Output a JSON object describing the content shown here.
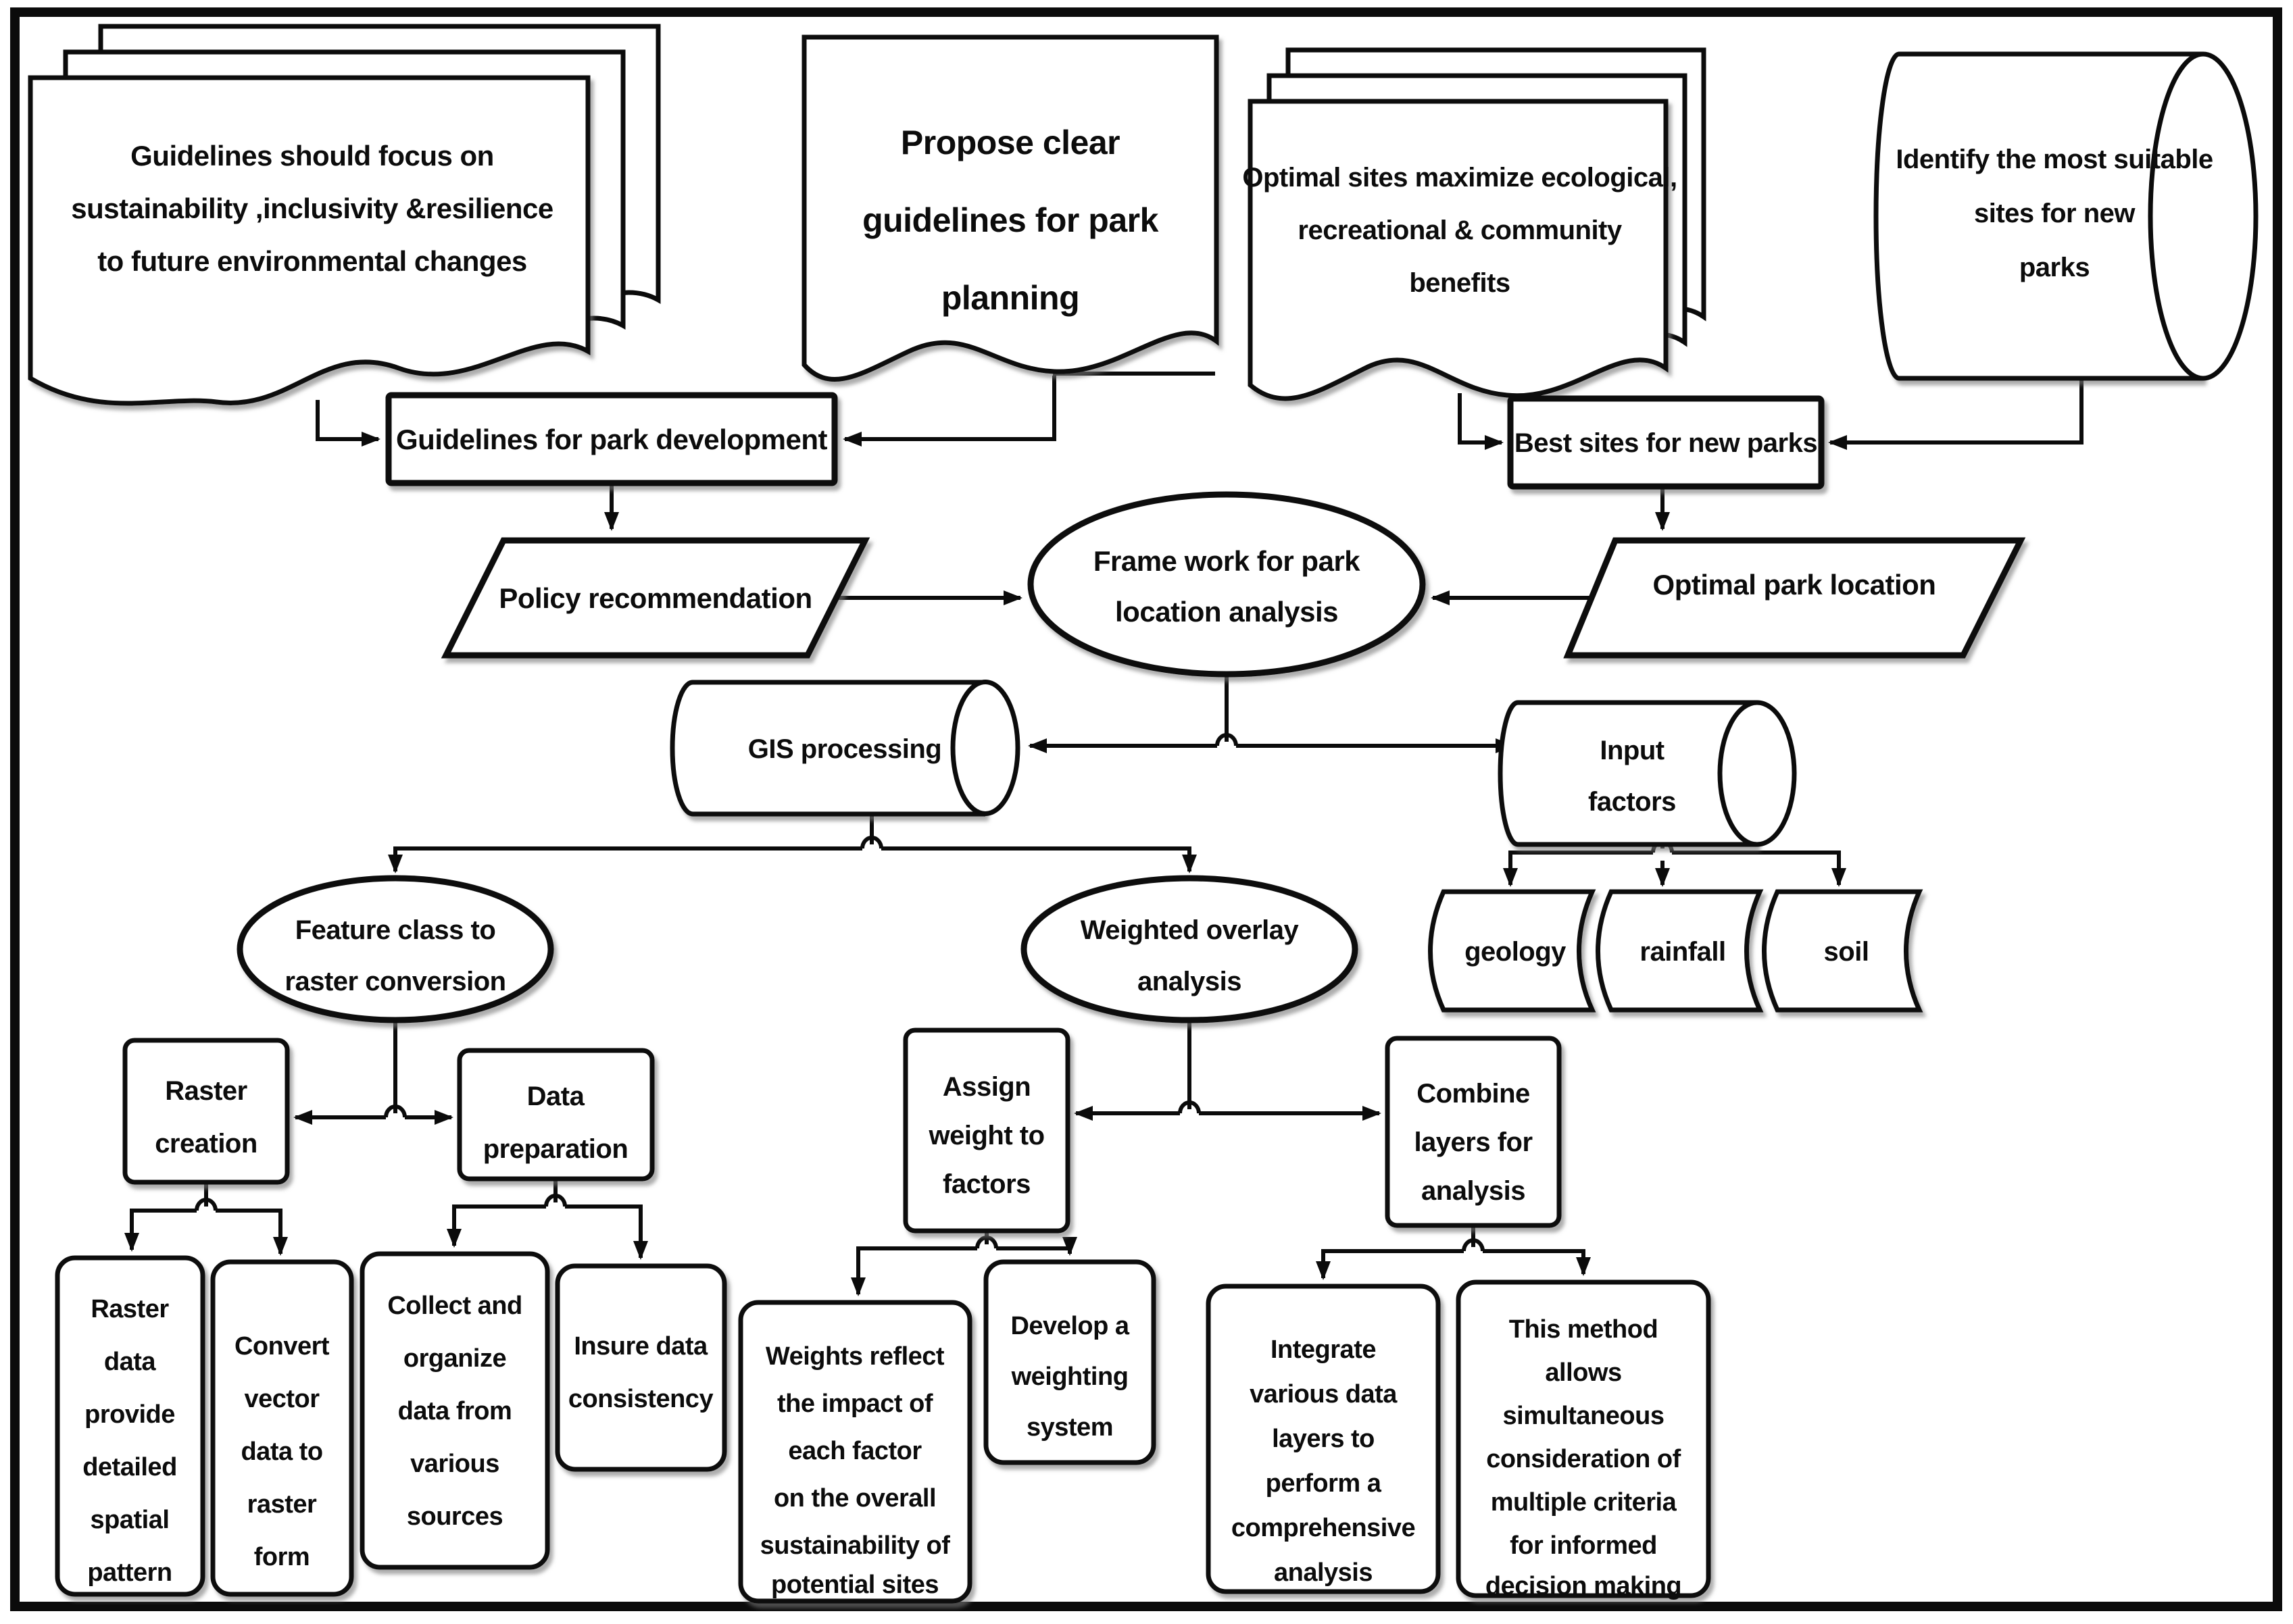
{
  "colors": {
    "line": "#0b0b0b",
    "fill": "#ffffff",
    "background": "#ffffff"
  },
  "nodes": {
    "guidelines_focus": {
      "shape": "multi-document",
      "lines": [
        "Guidelines should focus on",
        "sustainability ,inclusivity &resilience",
        "to future environmental changes"
      ]
    },
    "propose_clear": {
      "shape": "document",
      "lines": [
        "Propose clear",
        "guidelines for park",
        "planning"
      ]
    },
    "optimal_sites": {
      "shape": "multi-document",
      "lines": [
        "Optimal sites maximize ecological,",
        "recreational & community",
        "benefits"
      ]
    },
    "identify_sites": {
      "shape": "cylinder",
      "lines": [
        "Identify the most suitable",
        "sites for new",
        "parks"
      ]
    },
    "guidelines_dev": {
      "shape": "rectangle",
      "lines": [
        "Guidelines for park development"
      ]
    },
    "best_sites": {
      "shape": "rectangle",
      "lines": [
        "Best sites for new parks"
      ]
    },
    "policy_rec": {
      "shape": "parallelogram",
      "lines": [
        "Policy recommendation"
      ]
    },
    "framework": {
      "shape": "ellipse",
      "lines": [
        "Frame work for park",
        "location analysis"
      ]
    },
    "optimal_location": {
      "shape": "parallelogram",
      "lines": [
        "Optimal park location"
      ]
    },
    "gis_processing": {
      "shape": "cylinder",
      "lines": [
        "GIS processing"
      ]
    },
    "input_factors": {
      "shape": "cylinder",
      "lines": [
        "Input",
        "factors"
      ]
    },
    "feature_class": {
      "shape": "ellipse",
      "lines": [
        "Feature class to",
        "raster conversion"
      ]
    },
    "weighted_overlay": {
      "shape": "ellipse",
      "lines": [
        "Weighted overlay",
        "analysis"
      ]
    },
    "geology": {
      "shape": "stored-data",
      "lines": [
        "geology"
      ]
    },
    "rainfall": {
      "shape": "stored-data",
      "lines": [
        "rainfall"
      ]
    },
    "soil": {
      "shape": "stored-data",
      "lines": [
        "soil"
      ]
    },
    "raster_creation": {
      "shape": "rounded-rectangle",
      "lines": [
        "Raster",
        "creation"
      ]
    },
    "data_preparation": {
      "shape": "rounded-rectangle",
      "lines": [
        "Data",
        "preparation"
      ]
    },
    "assign_weight": {
      "shape": "rounded-rectangle",
      "lines": [
        "Assign",
        "weight to",
        "factors"
      ]
    },
    "combine_layers": {
      "shape": "rounded-rectangle",
      "lines": [
        "Combine",
        "layers for",
        "analysis"
      ]
    },
    "raster_data": {
      "shape": "rounded-rectangle",
      "lines": [
        "Raster",
        "data",
        "provide",
        "detailed",
        "spatial",
        "pattern"
      ]
    },
    "convert_vector": {
      "shape": "rounded-rectangle",
      "lines": [
        "Convert",
        "vector",
        "data  to",
        "raster",
        "form"
      ]
    },
    "collect_organize": {
      "shape": "rounded-rectangle",
      "lines": [
        "Collect and",
        "organize",
        "data from",
        "various",
        "sources"
      ]
    },
    "insure_data": {
      "shape": "rounded-rectangle",
      "lines": [
        "Insure data",
        "consistency"
      ]
    },
    "weights_reflect": {
      "shape": "rounded-rectangle",
      "lines": [
        "Weights reflect",
        "the impact of",
        "each factor",
        "on the overall",
        "sustainability of",
        "potential sites"
      ]
    },
    "develop_weighting": {
      "shape": "rounded-rectangle",
      "lines": [
        "Develop a",
        "weighting",
        "system"
      ]
    },
    "integrate_layers": {
      "shape": "rounded-rectangle",
      "lines": [
        "Integrate",
        "various data",
        "layers to",
        "perform a",
        "comprehensive",
        "analysis"
      ]
    },
    "this_method": {
      "shape": "rounded-rectangle",
      "lines": [
        "This method",
        "allows",
        "simultaneous",
        "consideration of",
        "multiple criteria",
        "for informed",
        "decision making"
      ]
    }
  }
}
